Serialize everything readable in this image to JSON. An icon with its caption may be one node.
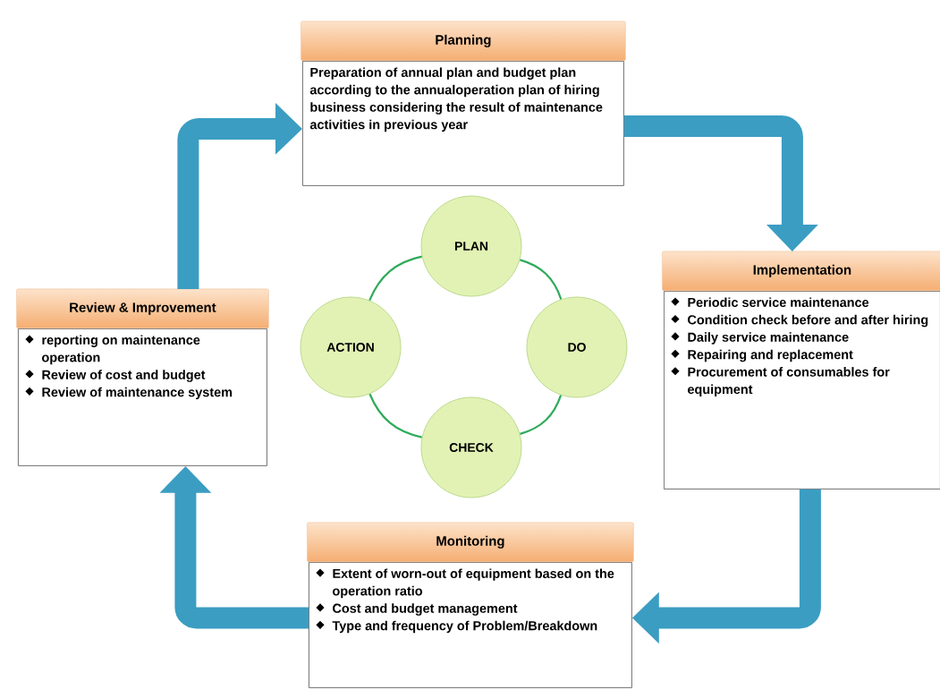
{
  "diagram": {
    "nodes": [
      {
        "text": [
          "Planning",
          "Preparation of annual plan and budget plan according to the annualoperation plan of hiring business considering the result of maintenance activities in previous year"
        ]
      },
      {
        "text": [
          "Implementation",
          "Periodic service maintenance",
          "Condition check before and after hiring",
          "Daily service maintenance",
          "Repairing and replacement",
          "Procurement of consumables for equipment"
        ]
      },
      {
        "text": [
          "Monitoring",
          "Extent of worn-out of equipment based on the operation ratio",
          "Cost and budget management",
          "Type and frequency of Problem/Breakdown"
        ]
      },
      {
        "text": [
          "Review & Improvement",
          "reporting on maintenance operation",
          "Review of cost and budget",
          "Review of maintenance system"
        ]
      },
      {
        "text": [
          "PLAN"
        ]
      },
      {
        "text": [
          "DO"
        ]
      },
      {
        "text": [
          "CHECK"
        ]
      },
      {
        "text": [
          "ACTION"
        ]
      }
    ],
    "edges": [
      {
        "from": 0,
        "to": 1,
        "arrow": "to",
        "style": "thick",
        "color": "#3b9dc2"
      },
      {
        "from": 1,
        "to": 2,
        "arrow": "to",
        "style": "thick",
        "color": "#3b9dc2"
      },
      {
        "from": 2,
        "to": 3,
        "arrow": "to",
        "style": "thick",
        "color": "#3b9dc2"
      },
      {
        "from": 3,
        "to": 0,
        "arrow": "to",
        "style": "thick",
        "color": "#3b9dc2"
      },
      {
        "from": 4,
        "to": 5,
        "arrow": "none",
        "color": "#2eaa5a"
      },
      {
        "from": 5,
        "to": 6,
        "arrow": "none",
        "color": "#2eaa5a"
      },
      {
        "from": 6,
        "to": 7,
        "arrow": "none",
        "color": "#2eaa5a"
      },
      {
        "from": 7,
        "to": 4,
        "arrow": "none",
        "color": "#2eaa5a"
      }
    ]
  }
}
